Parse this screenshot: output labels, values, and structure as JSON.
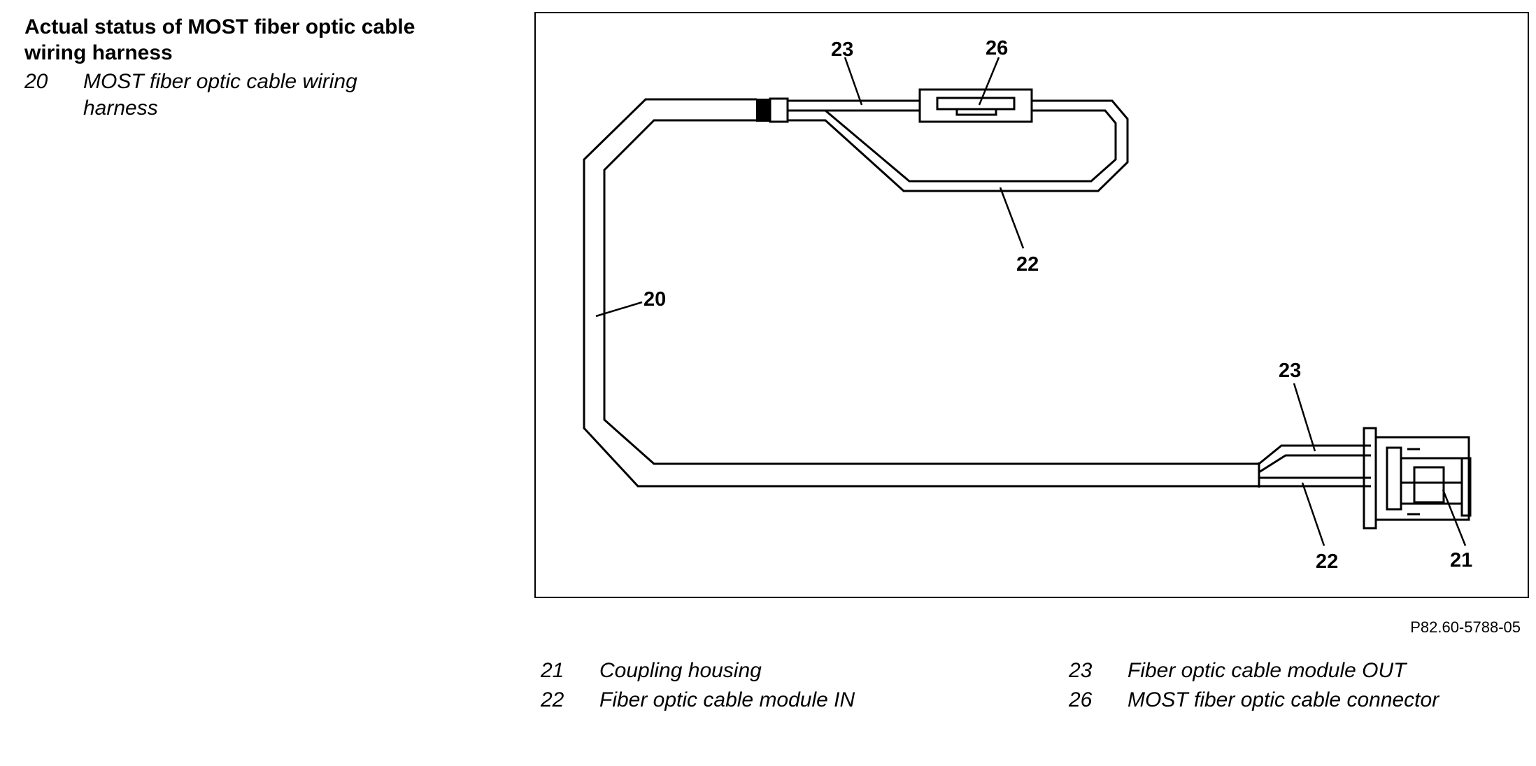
{
  "heading": "Actual status of MOST fiber optic cable wiring harness",
  "left_legend": {
    "number": "20",
    "text": "MOST fiber optic cable wiring harness"
  },
  "callouts": {
    "c20": "20",
    "c21": "21",
    "c22_top": "22",
    "c22_bottom": "22",
    "c23_top": "23",
    "c23_right": "23",
    "c26": "26"
  },
  "figure_ref": "P82.60-5788-05",
  "legend": [
    {
      "number": "21",
      "text": "Coupling housing"
    },
    {
      "number": "22",
      "text": "Fiber optic cable module IN"
    },
    {
      "number": "23",
      "text": "Fiber optic cable module OUT"
    },
    {
      "number": "26",
      "text": "MOST fiber optic cable connector"
    }
  ]
}
